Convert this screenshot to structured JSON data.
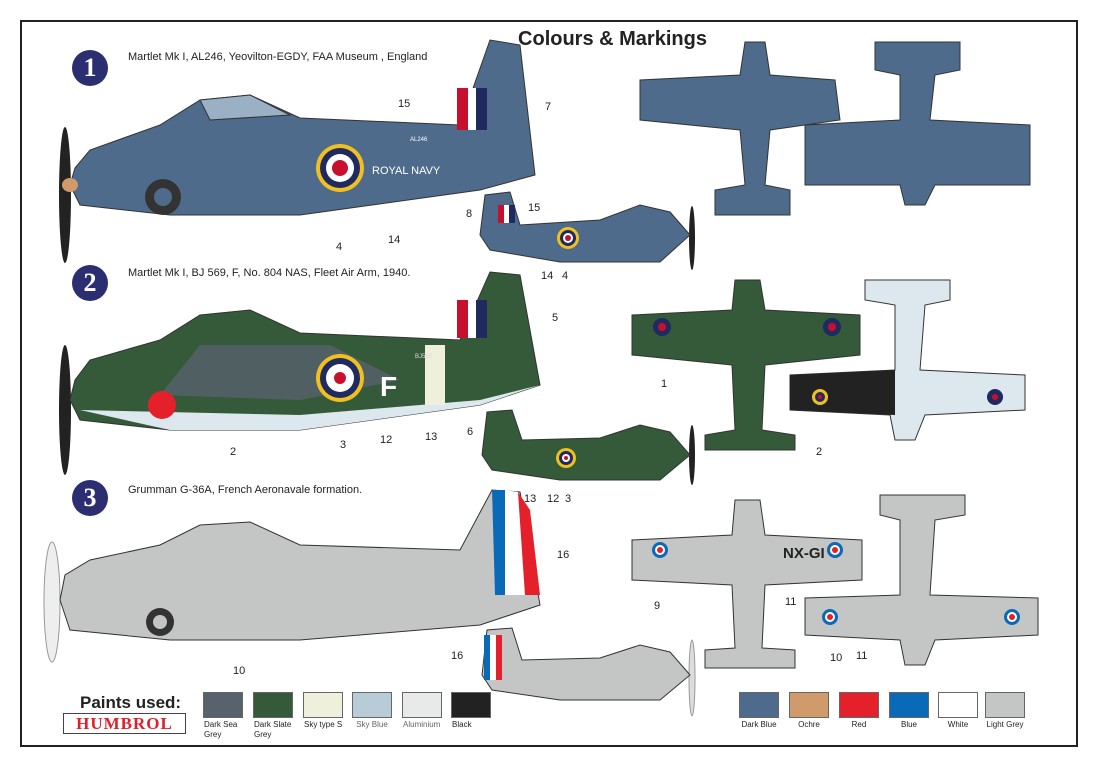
{
  "title": "Colours & Markings",
  "schemes": [
    {
      "number": "1",
      "caption": "Martlet Mk I, AL246, Yeovilton-EGDY, FAA Museum , England",
      "serial": "AL246",
      "fuselage_text": "ROYAL NAVY",
      "callouts": [
        "15",
        "7",
        "4",
        "14",
        "8",
        "15",
        "14",
        "4"
      ]
    },
    {
      "number": "2",
      "caption": "Martlet Mk I, BJ 569, F, No. 804 NAS, Fleet Air Arm, 1940.",
      "serial": "BJ569",
      "code": "F",
      "callouts": [
        "5",
        "2",
        "3",
        "12",
        "13",
        "6",
        "13",
        "12",
        "3",
        "1",
        "2"
      ]
    },
    {
      "number": "3",
      "caption": "Grumman G-36A, French Aeronavale formation.",
      "code": "NX-GI",
      "callouts": [
        "16",
        "10",
        "16",
        "9",
        "11",
        "10",
        "11"
      ]
    }
  ],
  "paints": {
    "label": "Paints used:",
    "brand": "HUMBROL",
    "swatches": [
      {
        "name": "Dark Sea Grey",
        "color": "#58626d"
      },
      {
        "name": "Dark Slate Grey",
        "color": "#345a3a"
      },
      {
        "name": "Sky type S",
        "color": "#eef0dc"
      },
      {
        "name": "Sky Blue",
        "color": "#b8ccd8"
      },
      {
        "name": "Aluminium",
        "color": "#e8eaea"
      },
      {
        "name": "Black",
        "color": "#222222"
      },
      {
        "name": "Dark Blue",
        "color": "#4e6a8c"
      },
      {
        "name": "Ochre",
        "color": "#d09a6a"
      },
      {
        "name": "Red",
        "color": "#e4202a"
      },
      {
        "name": "Blue",
        "color": "#0a6ab8"
      },
      {
        "name": "White",
        "color": "#ffffff"
      },
      {
        "name": "Light Grey",
        "color": "#c4c6c6"
      }
    ]
  }
}
